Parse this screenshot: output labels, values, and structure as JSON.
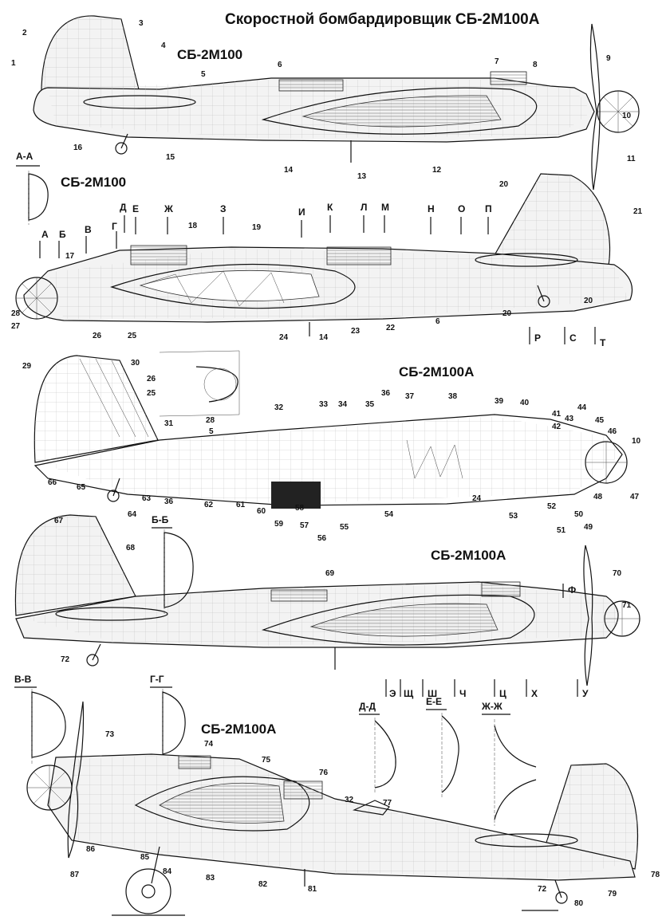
{
  "title": "Скоростной бомбардировщик СБ-2М100А",
  "views": {
    "view1": "СБ-2М100",
    "view2": "СБ-2М100",
    "view3": "СБ-2М100А",
    "view4": "СБ-2М100А",
    "view5": "СБ-2М100А"
  },
  "sections": [
    "А-А",
    "Б-Б",
    "В-В",
    "Г-Г",
    "Д-Д",
    "Е-Е",
    "Ж-Ж"
  ],
  "stations_top": [
    "А",
    "Б",
    "В",
    "Г",
    "Д",
    "Е",
    "Ж",
    "З",
    "И",
    "К",
    "Л",
    "М",
    "Н",
    "О",
    "П"
  ],
  "stations_tail": [
    "Р",
    "С",
    "Т"
  ],
  "stations_view4": [
    "Ф",
    "Э",
    "Щ",
    "Ш",
    "Ч",
    "Ц",
    "Х",
    "У"
  ],
  "callouts_view1": [
    "1",
    "2",
    "3",
    "4",
    "5",
    "6",
    "7",
    "8",
    "9",
    "10",
    "11",
    "12",
    "13",
    "14",
    "15",
    "16"
  ],
  "callouts_view2": [
    "17",
    "18",
    "19",
    "20",
    "20",
    "20",
    "21",
    "22",
    "23",
    "24",
    "25",
    "26",
    "27",
    "28",
    "14",
    "6"
  ],
  "callouts_view3": [
    "29",
    "30",
    "31",
    "5",
    "32",
    "33",
    "34",
    "35",
    "36",
    "36",
    "37",
    "38",
    "39",
    "40",
    "41",
    "42",
    "43",
    "44",
    "45",
    "46",
    "10",
    "47",
    "48",
    "49",
    "50",
    "51",
    "52",
    "53",
    "24",
    "54",
    "55",
    "56",
    "57",
    "58",
    "59",
    "60",
    "61",
    "62",
    "63",
    "64",
    "65",
    "66",
    "26",
    "25",
    "28"
  ],
  "callouts_view4": [
    "67",
    "68",
    "69",
    "70",
    "71",
    "72"
  ],
  "callouts_view5": [
    "73",
    "74",
    "75",
    "76",
    "32",
    "77",
    "78",
    "79",
    "80",
    "72",
    "81",
    "82",
    "83",
    "84",
    "85",
    "86",
    "87"
  ]
}
